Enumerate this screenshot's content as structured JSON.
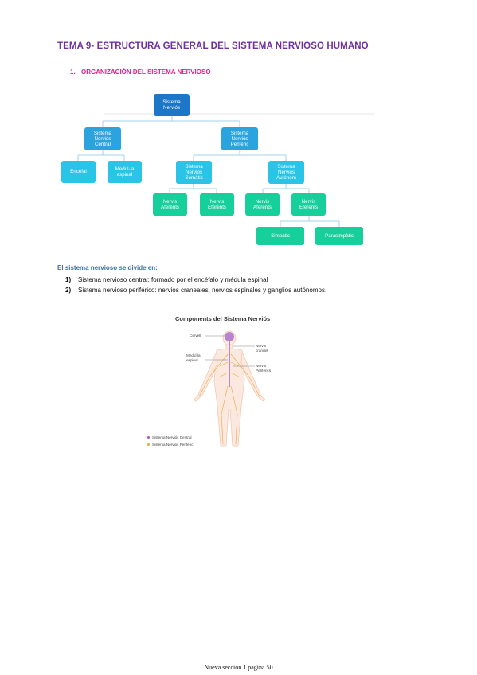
{
  "title": "TEMA 9- ESTRUCTURA GENERAL DEL SISTEMA NERVIOSO HUMANO",
  "section": {
    "number": "1.",
    "label": "ORGANIZACIÓN DEL SISTEMA NERVIOSO"
  },
  "org_chart": {
    "root": [
      "Sistema",
      "Nerviós"
    ],
    "central": [
      "Sistema",
      "Nerviós",
      "Central"
    ],
    "perif": [
      "Sistema",
      "Nerviós",
      "Perifèric"
    ],
    "encefal": "Encèfal",
    "medul": [
      "Medul·la",
      "espinal"
    ],
    "somatic": [
      "Sistema",
      "Nerviós",
      "Somàtic"
    ],
    "autonom": [
      "Sistema",
      "Nerviós",
      "Autònom"
    ],
    "aferents1": [
      "Nervis",
      "Aferents"
    ],
    "eferents1": [
      "Nervis",
      "Eferents"
    ],
    "aferents2": [
      "Nervis",
      "Aferents"
    ],
    "eferents2": [
      "Nervis",
      "Eferents"
    ],
    "simpatic": "Simpàtic",
    "parasimpatic": "Parasimpàtic"
  },
  "body": {
    "heading": "El sistema nervioso se divide en:",
    "items": [
      {
        "num": "1)",
        "text": "Sistema nervioso central: formado por el encéfalo y médula espinal"
      },
      {
        "num": "2)",
        "text": "Sistema nervioso periférico: nervios craneales, nervios espinales y ganglios autónomos."
      }
    ]
  },
  "figure": {
    "title": "Components del Sistema Nerviós",
    "labels": {
      "cervell": "Cervell",
      "medul_1": "Medul·la",
      "medul_2": "espinal",
      "cranials_1": "Nervis",
      "cranials_2": "cranials",
      "perif_1": "Nervis",
      "perif_2": "Perifèrics"
    },
    "legend": [
      {
        "text": "Sistema Nerviós Central",
        "color": "#a05fc0"
      },
      {
        "text": "Sistema Nerviós Perifèric",
        "color": "#f0a640"
      }
    ]
  },
  "footer": "Nueva sección 1 página 50"
}
